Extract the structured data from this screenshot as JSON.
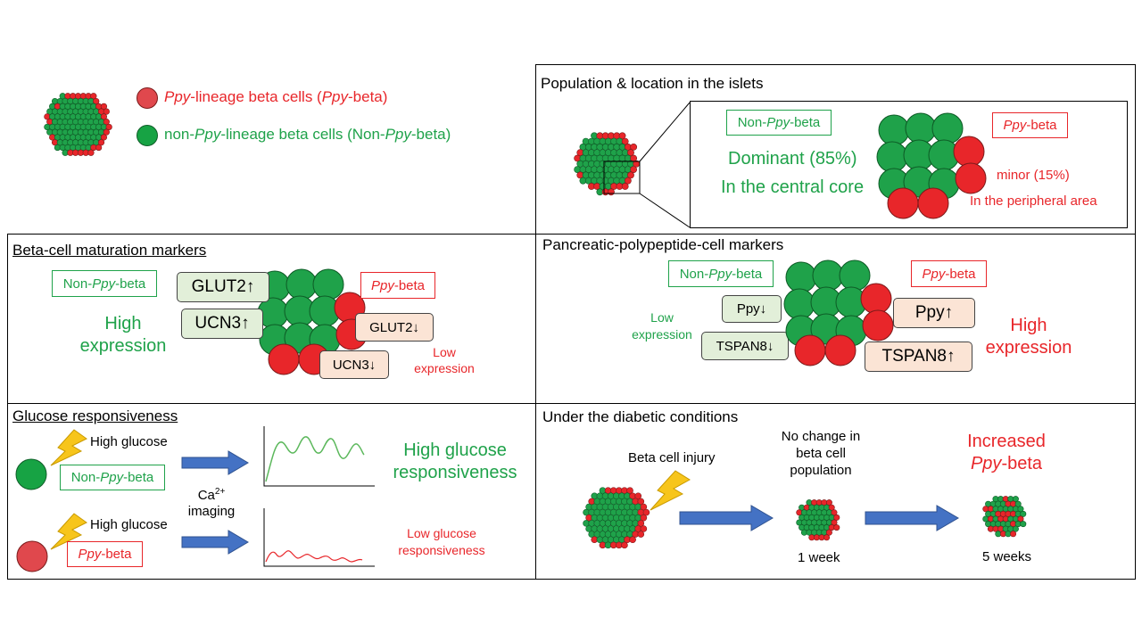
{
  "colors": {
    "ppy_red": "#e8262a",
    "non_ppy_green": "#1fa24a",
    "arrow_blue": "#4472c4",
    "lightning_yellow": "#f7c51b"
  },
  "legend": {
    "ppy": {
      "prefix": "Ppy",
      "text": "-lineage beta cells (",
      "abbr": "Ppy",
      "suffix": "-beta)"
    },
    "nonppy": {
      "prefix": "non-",
      "ital": "Ppy",
      "text": "-lineage beta cells (Non-",
      "abbr": "Ppy",
      "suffix": "-beta)"
    }
  },
  "population": {
    "title": "Population & location in the islets",
    "nonppy_label_a": "Non-",
    "nonppy_label_b": "Ppy",
    "nonppy_label_c": "-beta",
    "ppy_label_a": "Ppy",
    "ppy_label_b": "-beta",
    "dominant": "Dominant  (85%)",
    "central": "In the central core",
    "minor": "minor (15%)",
    "peripheral": "In the peripheral area"
  },
  "maturation": {
    "title": "Beta-cell maturation markers",
    "nonppy_a": "Non-",
    "nonppy_b": "Ppy",
    "nonppy_c": "-beta",
    "ppy_a": "Ppy",
    "ppy_b": "-beta",
    "glut2_up": "GLUT2↑",
    "ucn3_up": "UCN3↑",
    "glut2_down": "GLUT2↓",
    "ucn3_down": "UCN3↓",
    "high1": "High",
    "high2": "expression",
    "low1": "Low",
    "low2": "expression"
  },
  "pp_markers": {
    "title": "Pancreatic-polypeptide-cell markers",
    "nonppy_a": "Non-",
    "nonppy_b": "Ppy",
    "nonppy_c": "-beta",
    "ppy_a": "Ppy",
    "ppy_b": "-beta",
    "ppy_down": "Ppy↓",
    "tspan8_down": "TSPAN8↓",
    "ppy_up": "Ppy↑",
    "tspan8_up": "TSPAN8↑",
    "low1": "Low",
    "low2": "expression",
    "high1": "High",
    "high2": "expression"
  },
  "glucose": {
    "title": "Glucose responsiveness",
    "high_glucose_1": "High glucose",
    "high_glucose_2": "High glucose",
    "nonppy_a": "Non-",
    "nonppy_b": "Ppy",
    "nonppy_c": "-beta",
    "ppy_a": "Ppy",
    "ppy_b": "-beta",
    "ca_a": "Ca",
    "ca_sup": "2+",
    "imaging": "imaging",
    "high_resp1": "High glucose",
    "high_resp2": "responsiveness",
    "low_resp1": "Low glucose",
    "low_resp2": "responsiveness"
  },
  "diabetic": {
    "title": "Under the diabetic conditions",
    "injury": "Beta cell injury",
    "nochange1": "No change in",
    "nochange2": "beta cell",
    "nochange3": "population",
    "increased": "Increased",
    "inc_ppy_a": "Ppy",
    "inc_ppy_b": "-beta",
    "week1": "1 week",
    "week5": "5 weeks"
  }
}
